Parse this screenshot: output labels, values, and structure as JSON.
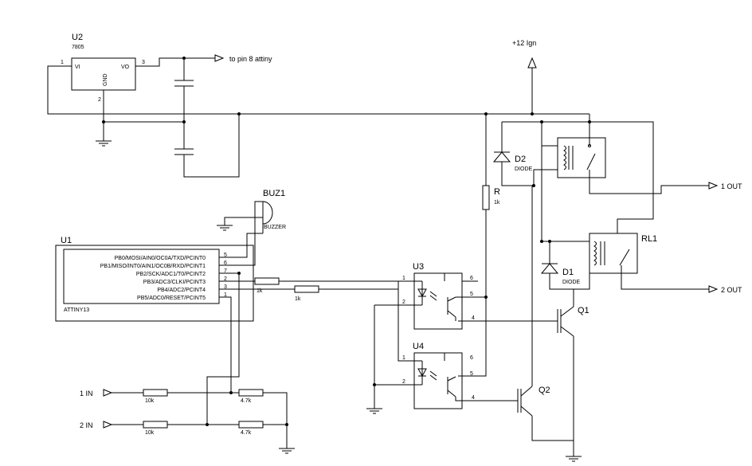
{
  "regulator": {
    "ref": "U2",
    "value": "7805",
    "pin_vi": "VI",
    "pin_vo": "VO",
    "pin_gnd": "GND",
    "pin1": "1",
    "pin2": "2",
    "pin3": "3"
  },
  "supply_note": "to pin 8 attiny",
  "ignition": "+12 Ign",
  "buzzer": {
    "ref": "BUZ1",
    "value": "BUZZER"
  },
  "mcu": {
    "ref": "U1",
    "value": "ATTINY13",
    "pins": [
      {
        "label": "PB0/MOSI/AIN0/OC0A/TXD/PCINT0",
        "num": "5"
      },
      {
        "label": "PB1/MISO/INT0/AIN1/OC0B/RXD/PCINT1",
        "num": "6"
      },
      {
        "label": "PB2/SCK/ADC1/T0/PCINT2",
        "num": "7"
      },
      {
        "label": "PB3/ADC3/CLKI/PCINT3",
        "num": "2"
      },
      {
        "label": "PB4/ADC2/PCINT4",
        "num": "3"
      },
      {
        "label": "PB5/ADC0/RESET/PCINT5",
        "num": "1"
      }
    ]
  },
  "resistors": {
    "mcu_r1": "1k",
    "mcu_r2": "1k",
    "in1_series": "10k",
    "in1_shunt": "4.7k",
    "in2_series": "10k",
    "in2_shunt": "4.7k"
  },
  "r_pullup": {
    "ref": "R",
    "value": "1k"
  },
  "opto_u3": {
    "ref": "U3",
    "p1": "1",
    "p2": "2",
    "p4": "4",
    "p5": "5",
    "p6": "6"
  },
  "opto_u4": {
    "ref": "U4",
    "p1": "1",
    "p2": "2",
    "p4": "4",
    "p5": "5",
    "p6": "6"
  },
  "diode_d2": {
    "ref": "D2",
    "value": "DIODE"
  },
  "diode_d1": {
    "ref": "D1",
    "value": "DIODE"
  },
  "relay": {
    "ref": "RL1"
  },
  "transistors": {
    "q1": "Q1",
    "q2": "Q2"
  },
  "inputs": {
    "in1": "1 IN",
    "in2": "2 IN"
  },
  "outputs": {
    "out1": "1 OUT",
    "out2": "2 OUT"
  }
}
